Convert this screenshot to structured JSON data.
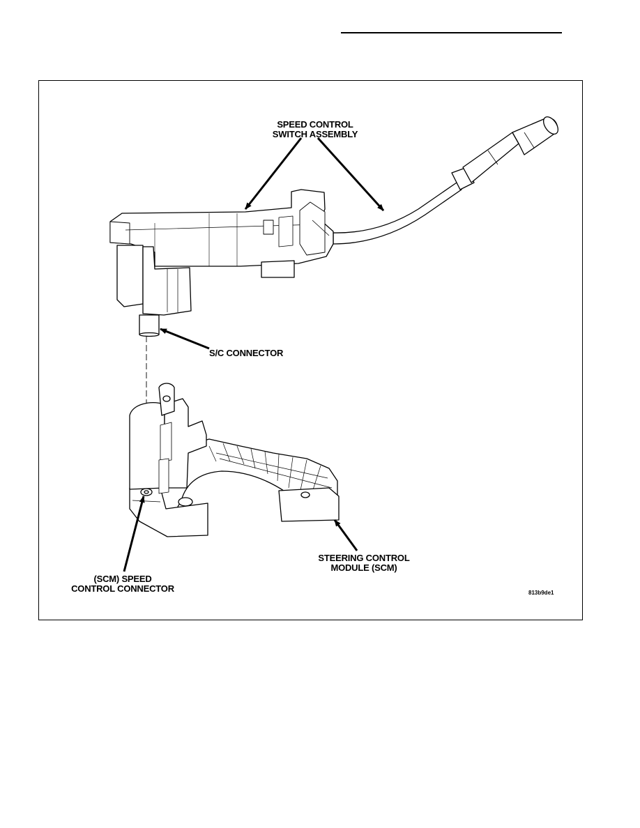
{
  "labels": {
    "speed_control_switch_assembly": "SPEED CONTROL\nSWITCH ASSEMBLY",
    "sc_connector": "S/C CONNECTOR",
    "steering_control_module": "STEERING CONTROL\nMODULE (SCM)",
    "scm_speed_control_connector": "(SCM) SPEED\nCONTROL CONNECTOR"
  },
  "figure_id": "813b9de1"
}
